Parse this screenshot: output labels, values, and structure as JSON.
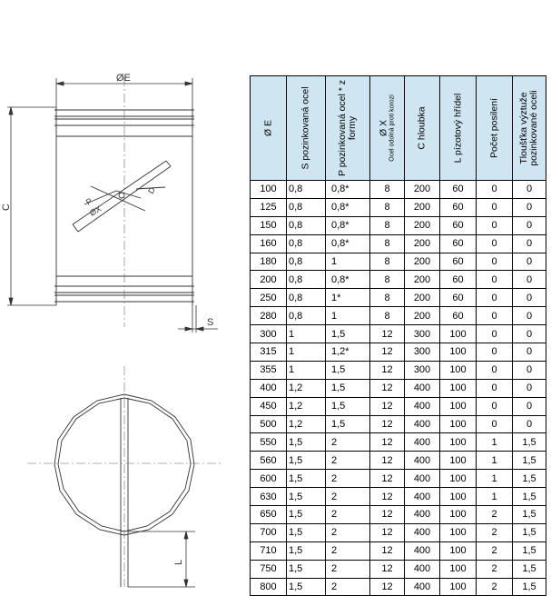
{
  "drawing": {
    "labels": {
      "diameter_e": "ØE",
      "height_c": "C",
      "sheet_s": "S",
      "shaft_x": "ØX",
      "offset_p": "P",
      "d": "D",
      "shaft_l": "L"
    }
  },
  "table": {
    "headers": [
      {
        "main": "Ø E",
        "sub": ""
      },
      {
        "main": "S pozinkovaná ocel",
        "sub": ""
      },
      {
        "main": "P pozinkovaná ocel * z formy",
        "sub": ""
      },
      {
        "main": "Ø X",
        "sub": "Ocel odolná proti korozi"
      },
      {
        "main": "C hloubka",
        "sub": ""
      },
      {
        "main": "L pízotový hřídel",
        "sub": ""
      },
      {
        "main": "Počet posilení",
        "sub": ""
      },
      {
        "main": "Tloušťka výztuže pozinkované oceli",
        "sub": ""
      }
    ],
    "rows": [
      [
        "100",
        "0,8",
        "0,8*",
        "8",
        "200",
        "60",
        "0",
        "0"
      ],
      [
        "125",
        "0,8",
        "0,8*",
        "8",
        "200",
        "60",
        "0",
        "0"
      ],
      [
        "150",
        "0,8",
        "0,8*",
        "8",
        "200",
        "60",
        "0",
        "0"
      ],
      [
        "160",
        "0,8",
        "0,8*",
        "8",
        "200",
        "60",
        "0",
        "0"
      ],
      [
        "180",
        "0,8",
        "1",
        "8",
        "200",
        "60",
        "0",
        "0"
      ],
      [
        "200",
        "0,8",
        "0,8*",
        "8",
        "200",
        "60",
        "0",
        "0"
      ],
      [
        "250",
        "0,8",
        "1*",
        "8",
        "200",
        "60",
        "0",
        "0"
      ],
      [
        "280",
        "0,8",
        "1",
        "8",
        "200",
        "60",
        "0",
        "0"
      ],
      [
        "300",
        "1",
        "1,5",
        "12",
        "300",
        "100",
        "0",
        "0"
      ],
      [
        "315",
        "1",
        "1,2*",
        "12",
        "300",
        "100",
        "0",
        "0"
      ],
      [
        "355",
        "1",
        "1,5",
        "12",
        "300",
        "100",
        "0",
        "0"
      ],
      [
        "400",
        "1,2",
        "1,5",
        "12",
        "400",
        "100",
        "0",
        "0"
      ],
      [
        "450",
        "1,2",
        "1,5",
        "12",
        "400",
        "100",
        "0",
        "0"
      ],
      [
        "500",
        "1,2",
        "1,5",
        "12",
        "400",
        "100",
        "0",
        "0"
      ],
      [
        "550",
        "1,5",
        "2",
        "12",
        "400",
        "100",
        "1",
        "1,5"
      ],
      [
        "560",
        "1,5",
        "2",
        "12",
        "400",
        "100",
        "1",
        "1,5"
      ],
      [
        "600",
        "1,5",
        "2",
        "12",
        "400",
        "100",
        "1",
        "1,5"
      ],
      [
        "630",
        "1,5",
        "2",
        "12",
        "400",
        "100",
        "1",
        "1,5"
      ],
      [
        "650",
        "1,5",
        "2",
        "12",
        "400",
        "100",
        "2",
        "1,5"
      ],
      [
        "700",
        "1,5",
        "2",
        "12",
        "400",
        "100",
        "2",
        "1,5"
      ],
      [
        "710",
        "1,5",
        "2",
        "12",
        "400",
        "100",
        "2",
        "1,5"
      ],
      [
        "750",
        "1,5",
        "2",
        "12",
        "400",
        "100",
        "2",
        "1,5"
      ],
      [
        "800",
        "1,5",
        "2",
        "12",
        "400",
        "100",
        "2",
        "1,5"
      ]
    ]
  }
}
